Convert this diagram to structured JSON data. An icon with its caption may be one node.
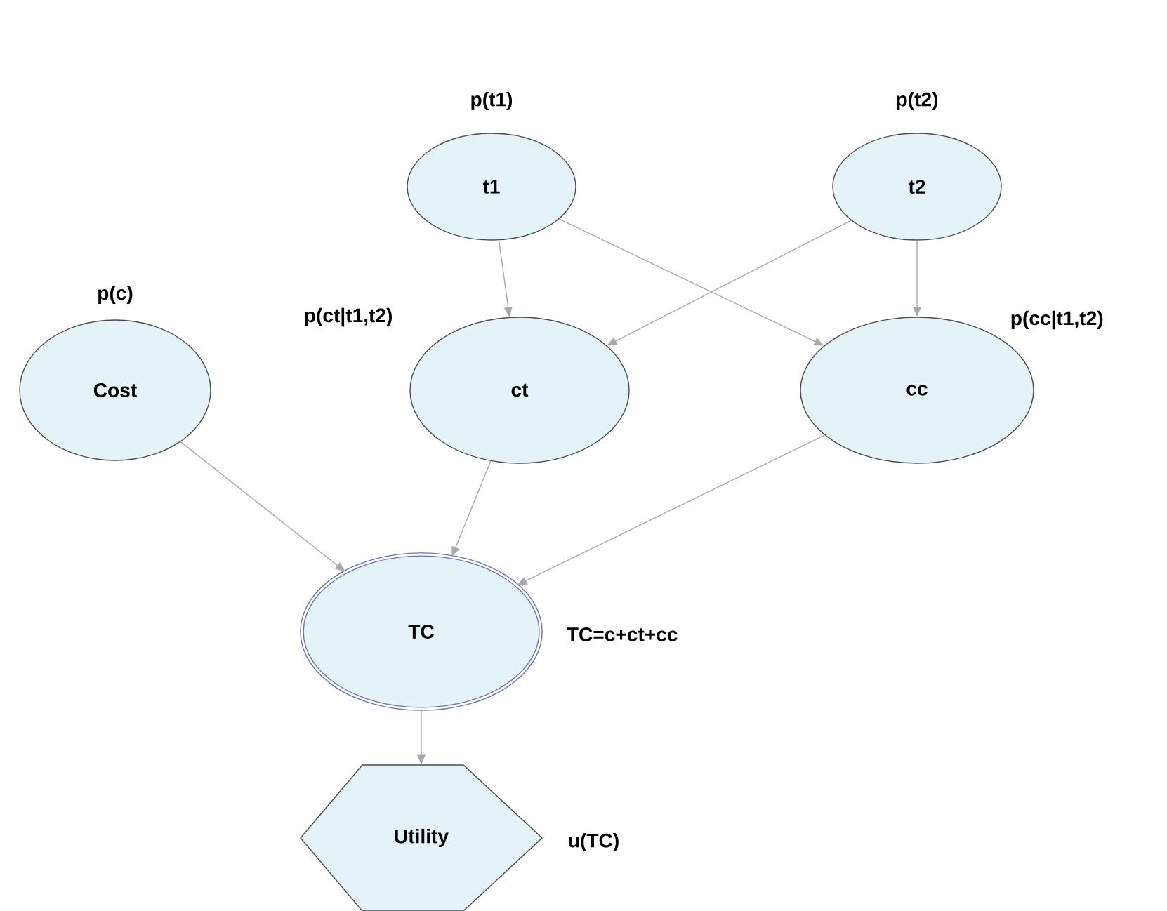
{
  "diagram": {
    "nodes": [
      {
        "text": [
          "t1"
        ],
        "beside": [
          "p(t1)"
        ]
      },
      {
        "text": [
          "t2"
        ],
        "beside": [
          "p(t2)"
        ]
      },
      {
        "text": [
          "Cost"
        ],
        "beside": [
          "p(c)"
        ]
      },
      {
        "text": [
          "ct"
        ],
        "beside": [
          "p(ct|t1,t2)"
        ]
      },
      {
        "text": [
          "cc"
        ],
        "beside": [
          "p(cc|t1,t2)"
        ]
      },
      {
        "text": [
          "TC"
        ],
        "beside": [
          "TC=c+ct+cc"
        ]
      },
      {
        "text": [
          "Utility"
        ],
        "beside": [
          "u(TC)"
        ]
      }
    ],
    "edges": [
      {
        "from": 0,
        "to": 3,
        "arrow": "to"
      },
      {
        "from": 0,
        "to": 4,
        "arrow": "to"
      },
      {
        "from": 1,
        "to": 3,
        "arrow": "to"
      },
      {
        "from": 1,
        "to": 4,
        "arrow": "to"
      },
      {
        "from": 2,
        "to": 5,
        "arrow": "to"
      },
      {
        "from": 3,
        "to": 5,
        "arrow": "to"
      },
      {
        "from": 4,
        "to": 5,
        "arrow": "to"
      },
      {
        "from": 5,
        "to": 6,
        "arrow": "to"
      }
    ]
  }
}
